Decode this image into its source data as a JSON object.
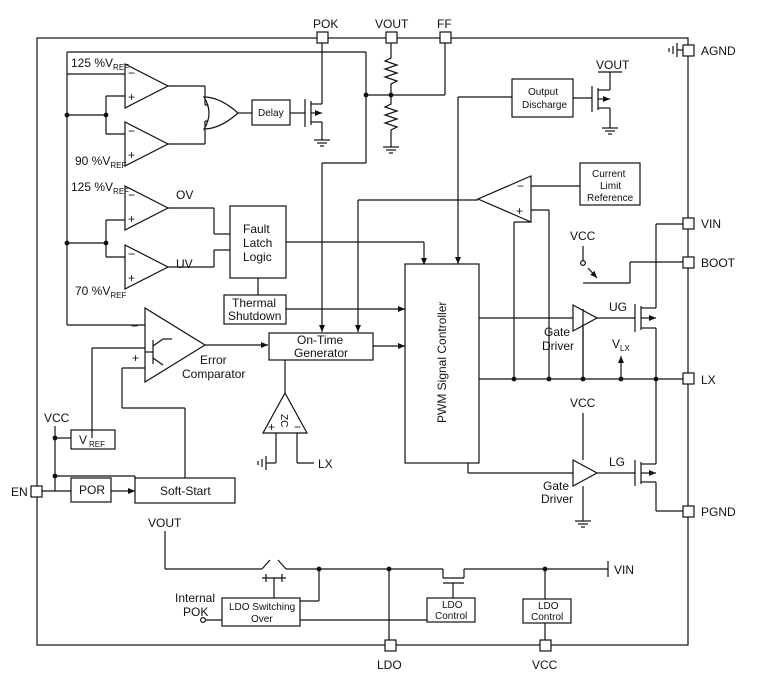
{
  "pins": {
    "pok": "POK",
    "vout": "VOUT",
    "ff": "FF",
    "agnd": "AGND",
    "vin": "VIN",
    "boot": "BOOT",
    "lx": "LX",
    "pgnd": "PGND",
    "en": "EN",
    "ldo": "LDO",
    "vcc": "VCC"
  },
  "thresholds": {
    "t125a_pre": "125 %",
    "t90_pre": "90 %",
    "t125b_pre": "125 %",
    "t70_pre": "70 %",
    "v": "V",
    "ref_sub": "REF"
  },
  "blocks": {
    "delay": "Delay",
    "output_discharge": [
      "Output",
      "Discharge"
    ],
    "current_limit": [
      "Current",
      "Limit",
      "Reference"
    ],
    "fault_latch": [
      "Fault",
      "Latch",
      "Logic"
    ],
    "thermal": [
      "Thermal",
      "Shutdown"
    ],
    "on_time": [
      "On-Time",
      "Generator"
    ],
    "pwm": "PWM Signal Controller",
    "error_comp": [
      "Error",
      "Comparator"
    ],
    "por": "POR",
    "soft_start": "Soft-Start",
    "ldo_switch": [
      "LDO Switching",
      "Over"
    ],
    "ldo_control_1": [
      "LDO",
      "Control"
    ],
    "ldo_control_2": [
      "LDO",
      "Control"
    ],
    "vref_box_v": "V",
    "vref_box_sub": "REF"
  },
  "labels": {
    "ov": "OV",
    "uv": "UV",
    "zc": "ZC",
    "lx_small": "LX",
    "vcc_left": "VCC",
    "vcc_ug": "VCC",
    "vcc_lg": "VCC",
    "vout_top": "VOUT",
    "vout_bottom": "VOUT",
    "vin_bottom": "VIN",
    "ug": "UG",
    "lg": "LG",
    "gate_driver": [
      "Gate",
      "Driver"
    ],
    "vlx_v": "V",
    "vlx_sub": "LX",
    "internal_pok": [
      "Internal",
      "POK"
    ],
    "plus": "+",
    "minus": "−"
  }
}
